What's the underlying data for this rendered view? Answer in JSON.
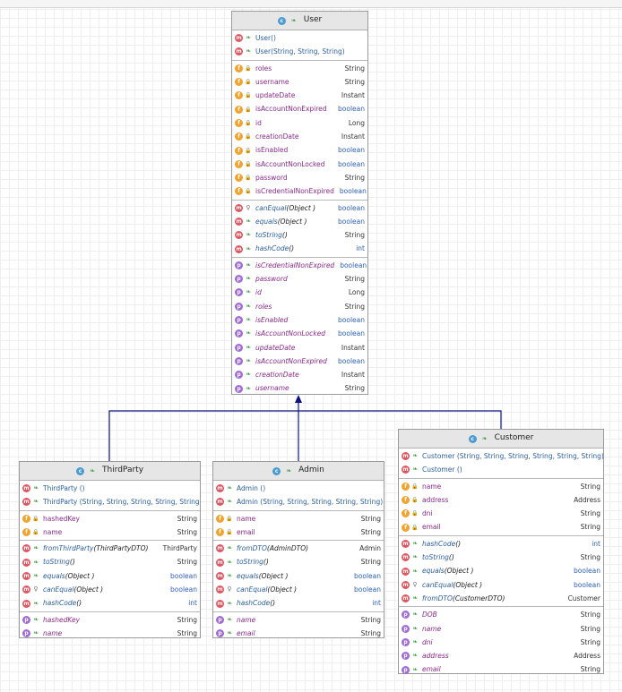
{
  "colors": {
    "accent_line": "#0a147a",
    "class_icon": "#4a9bd1",
    "method_icon": "#e05560",
    "field_icon": "#f2a32d",
    "property_icon": "#a06bd4"
  },
  "icons": {
    "class": "c",
    "method": "m",
    "field": "f",
    "property": "p",
    "public": "public-leaf-icon",
    "private": "lock-icon",
    "protected": "key-icon"
  },
  "classes": {
    "user": {
      "name": "User",
      "constructors": [
        {
          "name": "User()",
          "type": ""
        },
        {
          "name": "User(String, String, String)",
          "type": ""
        }
      ],
      "fields": [
        {
          "name": "roles",
          "type": "String"
        },
        {
          "name": "username",
          "type": "String"
        },
        {
          "name": "updateDate",
          "type": "Instant"
        },
        {
          "name": "isAccountNonExpired",
          "type": "boolean"
        },
        {
          "name": "id",
          "type": "Long"
        },
        {
          "name": "creationDate",
          "type": "Instant"
        },
        {
          "name": "isEnabled",
          "type": "boolean"
        },
        {
          "name": "isAccountNonLocked",
          "type": "boolean"
        },
        {
          "name": "password",
          "type": "String"
        },
        {
          "name": "isCredentialNonExpired",
          "type": "boolean"
        }
      ],
      "methods": [
        {
          "name": "canEqual",
          "params": "(Object )",
          "type": "boolean"
        },
        {
          "name": "equals",
          "params": "(Object )",
          "type": "boolean"
        },
        {
          "name": "toString",
          "params": "()",
          "type": "String"
        },
        {
          "name": "hashCode",
          "params": "()",
          "type": "int"
        }
      ],
      "properties": [
        {
          "name": "isCredentialNonExpired",
          "type": "boolean"
        },
        {
          "name": "password",
          "type": "String"
        },
        {
          "name": "id",
          "type": "Long"
        },
        {
          "name": "roles",
          "type": "String"
        },
        {
          "name": "isEnabled",
          "type": "boolean"
        },
        {
          "name": "isAccountNonLocked",
          "type": "boolean"
        },
        {
          "name": "updateDate",
          "type": "Instant"
        },
        {
          "name": "isAccountNonExpired",
          "type": "boolean"
        },
        {
          "name": "creationDate",
          "type": "Instant"
        },
        {
          "name": "username",
          "type": "String"
        }
      ]
    },
    "thirdparty": {
      "name": "ThirdParty",
      "constructors": [
        {
          "name": "ThirdParty ()",
          "type": ""
        },
        {
          "name": "ThirdParty (String, String, String, String, String)",
          "type": ""
        }
      ],
      "fields": [
        {
          "name": "hashedKey",
          "type": "String"
        },
        {
          "name": "name",
          "type": "String"
        }
      ],
      "methods": [
        {
          "name": "fromThirdParty",
          "params": "(ThirdPartyDTO)",
          "type": "ThirdParty"
        },
        {
          "name": "toString",
          "params": "()",
          "type": "String"
        },
        {
          "name": "equals",
          "params": "(Object )",
          "type": "boolean"
        },
        {
          "name": "canEqual",
          "params": "(Object )",
          "type": "boolean"
        },
        {
          "name": "hashCode",
          "params": "()",
          "type": "int"
        }
      ],
      "properties": [
        {
          "name": "hashedKey",
          "type": "String"
        },
        {
          "name": "name",
          "type": "String"
        }
      ]
    },
    "admin": {
      "name": "Admin",
      "constructors": [
        {
          "name": "Admin ()",
          "type": ""
        },
        {
          "name": "Admin (String, String, String, String, String)",
          "type": ""
        }
      ],
      "fields": [
        {
          "name": "name",
          "type": "String"
        },
        {
          "name": "email",
          "type": "String"
        }
      ],
      "methods": [
        {
          "name": "fromDTO",
          "params": "(AdminDTO)",
          "type": "Admin"
        },
        {
          "name": "toString",
          "params": "()",
          "type": "String"
        },
        {
          "name": "equals",
          "params": "(Object )",
          "type": "boolean"
        },
        {
          "name": "canEqual",
          "params": "(Object )",
          "type": "boolean"
        },
        {
          "name": "hashCode",
          "params": "()",
          "type": "int"
        }
      ],
      "properties": [
        {
          "name": "name",
          "type": "String"
        },
        {
          "name": "email",
          "type": "String"
        }
      ]
    },
    "customer": {
      "name": "Customer",
      "constructors": [
        {
          "name": "Customer (String, String, String, String, String, String)",
          "type": ""
        },
        {
          "name": "Customer ()",
          "type": ""
        }
      ],
      "fields": [
        {
          "name": "name",
          "type": "String"
        },
        {
          "name": "address",
          "type": "Address"
        },
        {
          "name": "dni",
          "type": "String"
        },
        {
          "name": "email",
          "type": "String"
        }
      ],
      "methods": [
        {
          "name": "hashCode",
          "params": "()",
          "type": "int"
        },
        {
          "name": "toString",
          "params": "()",
          "type": "String"
        },
        {
          "name": "equals",
          "params": "(Object )",
          "type": "boolean"
        },
        {
          "name": "canEqual",
          "params": "(Object )",
          "type": "boolean"
        },
        {
          "name": "fromDTO",
          "params": "(CustomerDTO)",
          "type": "Customer"
        }
      ],
      "properties": [
        {
          "name": "DOB",
          "type": "String"
        },
        {
          "name": "name",
          "type": "String"
        },
        {
          "name": "dni",
          "type": "String"
        },
        {
          "name": "address",
          "type": "Address"
        },
        {
          "name": "email",
          "type": "String"
        }
      ]
    }
  }
}
